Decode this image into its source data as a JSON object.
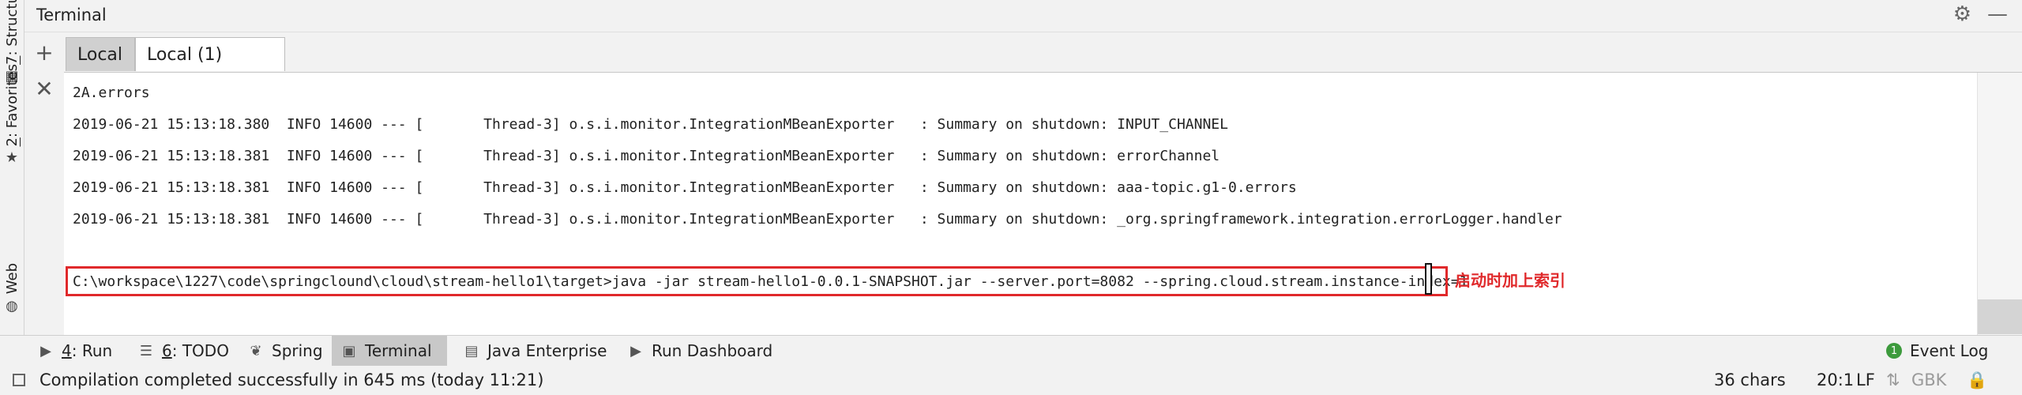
{
  "sidebar": {
    "structure": {
      "num": "7",
      "label": ": Structure"
    },
    "favorites": {
      "num": "2",
      "label": ": Favorites"
    },
    "web": {
      "label": "Web"
    }
  },
  "panel": {
    "title": "Terminal"
  },
  "tabs": [
    {
      "label": "Local"
    },
    {
      "label": "Local (1)"
    }
  ],
  "terminal": {
    "lines": [
      "2A.errors",
      "2019-06-21 15:13:18.380  INFO 14600 --- [       Thread-3] o.s.i.monitor.IntegrationMBeanExporter   : Summary on shutdown: INPUT_CHANNEL",
      "2019-06-21 15:13:18.381  INFO 14600 --- [       Thread-3] o.s.i.monitor.IntegrationMBeanExporter   : Summary on shutdown: errorChannel",
      "2019-06-21 15:13:18.381  INFO 14600 --- [       Thread-3] o.s.i.monitor.IntegrationMBeanExporter   : Summary on shutdown: aaa-topic.g1-0.errors",
      "2019-06-21 15:13:18.381  INFO 14600 --- [       Thread-3] o.s.i.monitor.IntegrationMBeanExporter   : Summary on shutdown: _org.springframework.integration.errorLogger.handler"
    ],
    "command": "C:\\workspace\\1227\\code\\springclound\\cloud\\stream-hello1\\target>java -jar stream-hello1-0.0.1-SNAPSHOT.jar --server.port=8082 --spring.cloud.stream.instance-index=1",
    "annotation": "启动时加上索引",
    "annotation_color": "#e0292b"
  },
  "bottom_tools": {
    "run": {
      "num": "4",
      "label": ": Run"
    },
    "todo": {
      "num": "6",
      "label": ": TODO"
    },
    "spring": {
      "label": "Spring"
    },
    "terminal": {
      "label": "Terminal"
    },
    "java_enterprise": {
      "label": "Java Enterprise"
    },
    "run_dashboard": {
      "label": "Run Dashboard"
    },
    "event_log": {
      "badge": "1",
      "label": "Event Log"
    }
  },
  "status": {
    "message": "Compilation completed successfully in 645 ms (today 11:21)",
    "chars": "36 chars",
    "position": "20:1",
    "line_sep": "LF",
    "encoding": "GBK"
  }
}
